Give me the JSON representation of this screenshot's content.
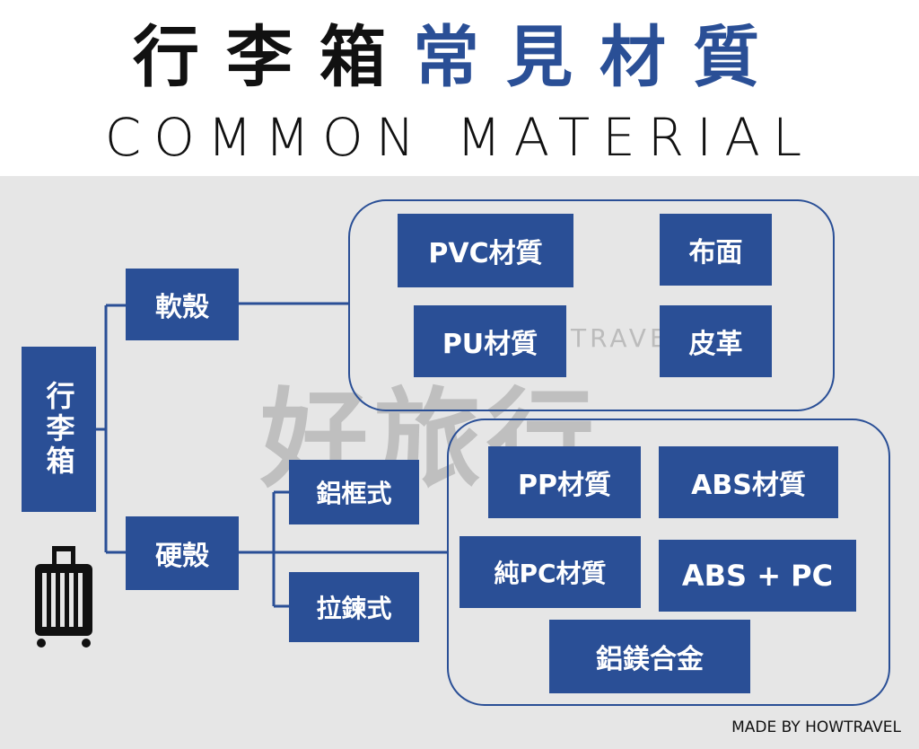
{
  "title": {
    "zh_part1": "行李箱",
    "zh_part2": "常見材質",
    "en": "COMMON MATERIAL"
  },
  "diagram": {
    "root": "行李箱",
    "soft": {
      "label": "軟殼",
      "materials": [
        "PVC材質",
        "布面",
        "PU材質",
        "皮革"
      ]
    },
    "hard": {
      "label": "硬殼",
      "frames": [
        "鋁框式",
        "拉鍊式"
      ],
      "materials": [
        "PP材質",
        "ABS材質",
        "純PC材質",
        "ABS + PC",
        "鋁鎂合金"
      ]
    }
  },
  "watermark": {
    "big": "好旅行",
    "small": "TRAVEL"
  },
  "credit": "MADE BY HOWTRAVEL",
  "colors": {
    "accent": "#2a4f96",
    "panel_bg": "#e6e6e6"
  },
  "icons": [
    "luggage-icon"
  ]
}
